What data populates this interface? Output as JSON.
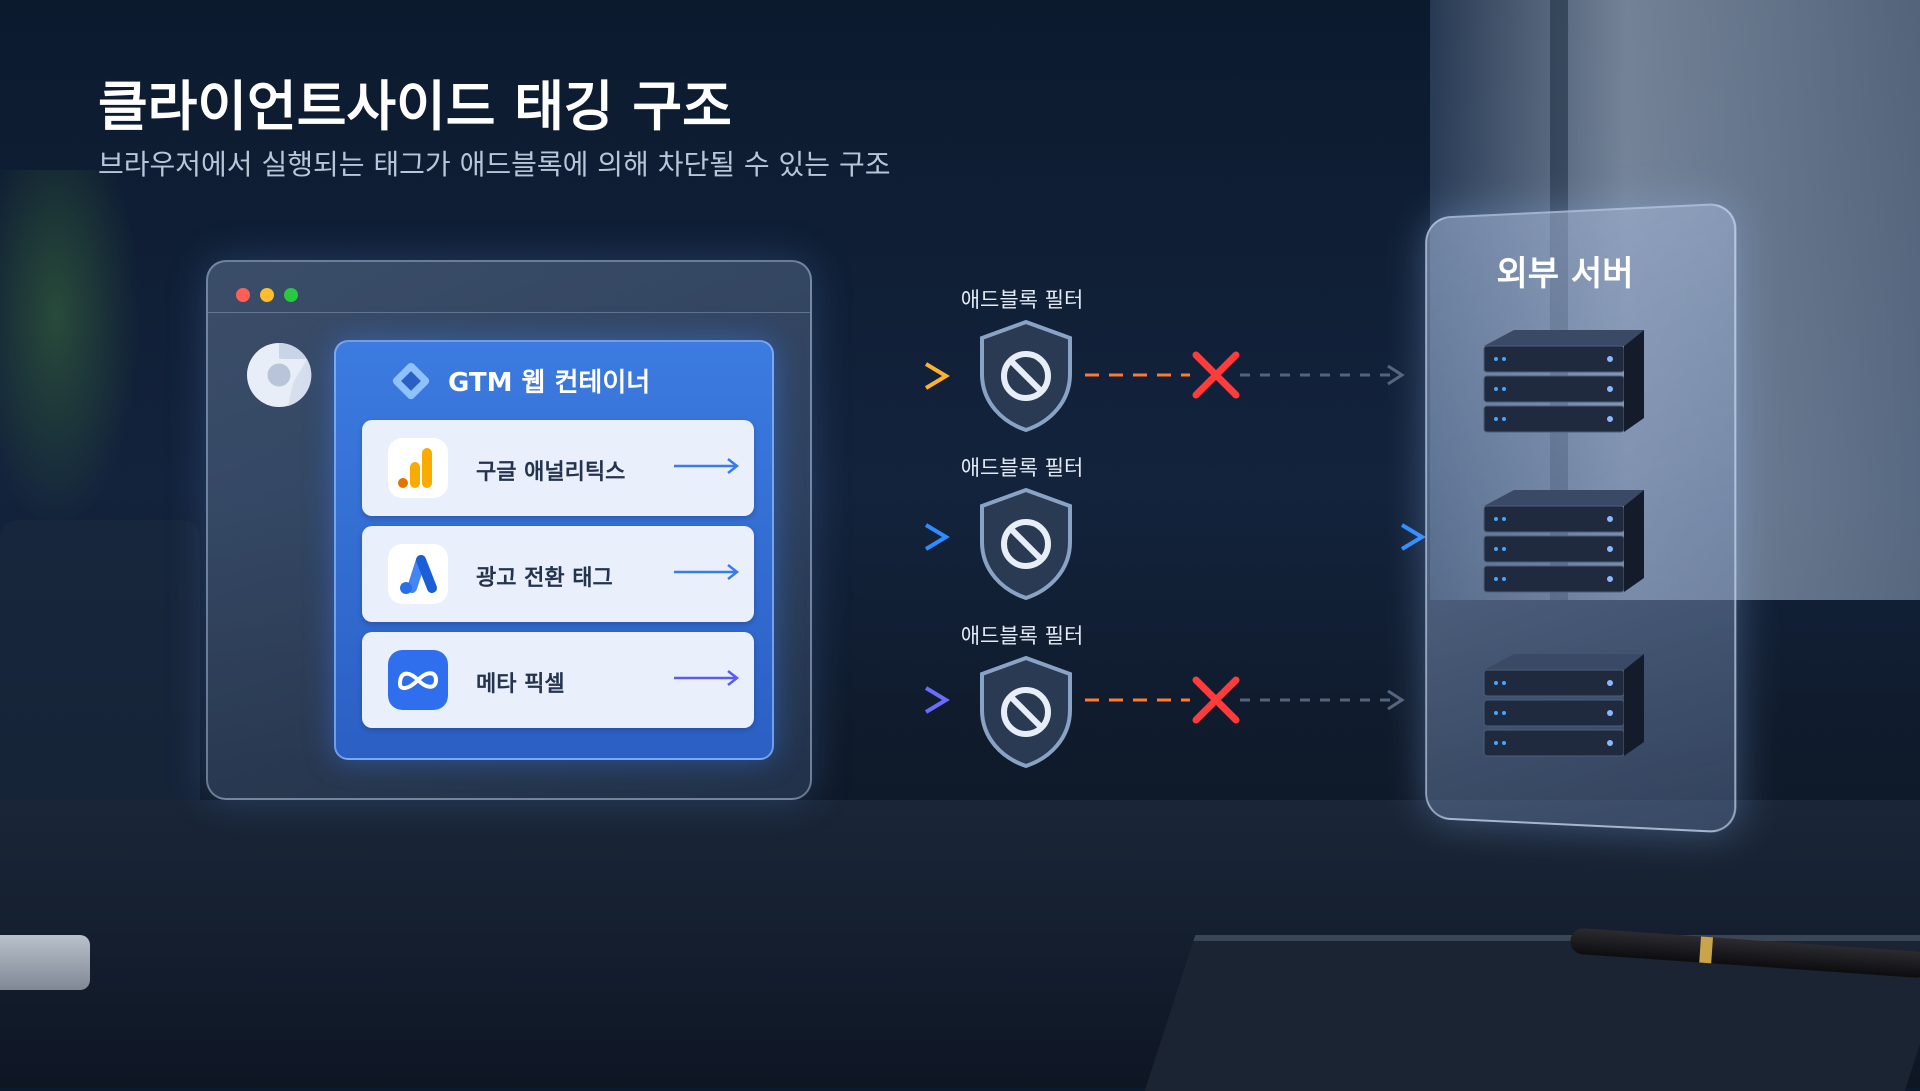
{
  "header": {
    "title": "클라이언트사이드 태깅 구조",
    "subtitle": "브라우저에서 실행되는 태그가 애드블록에 의해 차단될 수 있는 구조"
  },
  "browser": {
    "container_title": "GTM 웹 컨테이너",
    "tags": [
      {
        "label": "구글 애널리틱스",
        "icon": "google-analytics-icon",
        "color": "#f9ab00"
      },
      {
        "label": "광고 전환 태그",
        "icon": "google-ads-icon",
        "color": "#4285f4"
      },
      {
        "label": "메타 픽셀",
        "icon": "meta-icon",
        "color": "#2f6fed"
      }
    ]
  },
  "filters": [
    {
      "label": "애드블록 필터",
      "status": "blocked",
      "arrow_color": "#ffb02e"
    },
    {
      "label": "애드블록 필터",
      "status": "passed",
      "arrow_color": "#2f8cff"
    },
    {
      "label": "애드블록 필터",
      "status": "blocked",
      "arrow_color": "#6b6bff"
    }
  ],
  "destination": {
    "title": "외부 서버",
    "server_count": 3
  },
  "colors": {
    "block_x": "#ff3b3b",
    "pass_line": "#2f8cff"
  }
}
